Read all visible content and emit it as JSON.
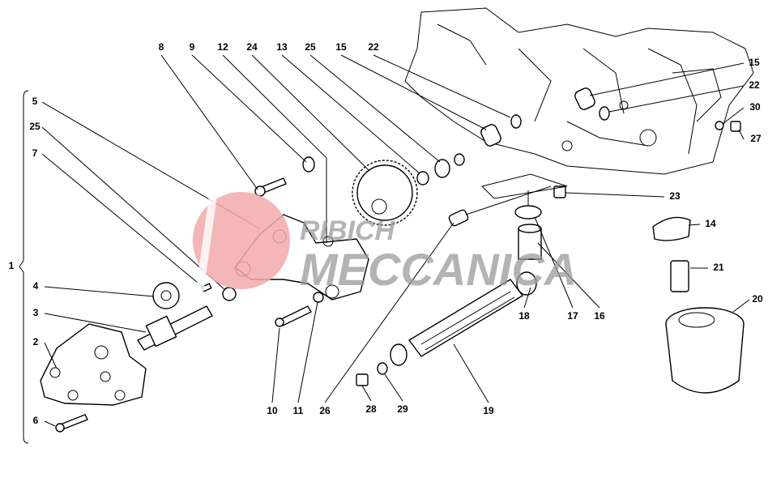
{
  "diagram": {
    "watermark": {
      "line1": "RIBICH",
      "line2": "MECCANICA",
      "logo_color": "#f2a9a9"
    },
    "callouts": [
      {
        "id": "c8",
        "label": "8"
      },
      {
        "id": "c9",
        "label": "9"
      },
      {
        "id": "c12",
        "label": "12"
      },
      {
        "id": "c24",
        "label": "24"
      },
      {
        "id": "c13",
        "label": "13"
      },
      {
        "id": "c25a",
        "label": "25"
      },
      {
        "id": "c15a",
        "label": "15"
      },
      {
        "id": "c22a",
        "label": "22"
      },
      {
        "id": "c15b",
        "label": "15"
      },
      {
        "id": "c22b",
        "label": "22"
      },
      {
        "id": "c30",
        "label": "30"
      },
      {
        "id": "c27",
        "label": "27"
      },
      {
        "id": "c1",
        "label": "1"
      },
      {
        "id": "c5",
        "label": "5"
      },
      {
        "id": "c25b",
        "label": "25"
      },
      {
        "id": "c7",
        "label": "7"
      },
      {
        "id": "c4",
        "label": "4"
      },
      {
        "id": "c3",
        "label": "3"
      },
      {
        "id": "c2",
        "label": "2"
      },
      {
        "id": "c6",
        "label": "6"
      },
      {
        "id": "c23",
        "label": "23"
      },
      {
        "id": "c14",
        "label": "14"
      },
      {
        "id": "c21",
        "label": "21"
      },
      {
        "id": "c20",
        "label": "20"
      },
      {
        "id": "c18",
        "label": "18"
      },
      {
        "id": "c17",
        "label": "17"
      },
      {
        "id": "c16",
        "label": "16"
      },
      {
        "id": "c10",
        "label": "10"
      },
      {
        "id": "c11",
        "label": "11"
      },
      {
        "id": "c26",
        "label": "26"
      },
      {
        "id": "c28",
        "label": "28"
      },
      {
        "id": "c29",
        "label": "29"
      },
      {
        "id": "c19",
        "label": "19"
      }
    ]
  }
}
